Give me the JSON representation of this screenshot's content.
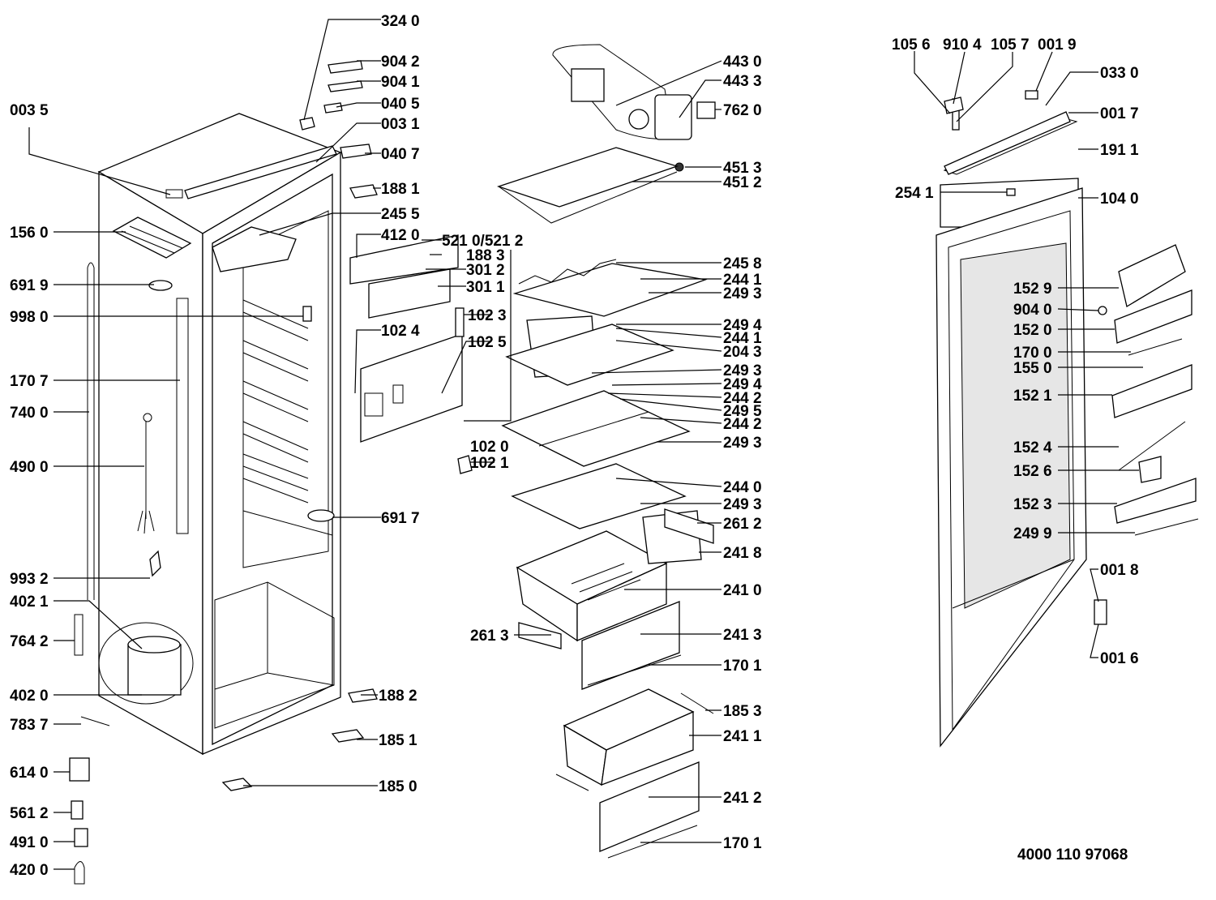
{
  "diagram": {
    "document_number": "4000 110 97068",
    "labels": {
      "l_324_0": "324 0",
      "l_904_2": "904 2",
      "l_904_1": "904 1",
      "l_040_5": "040 5",
      "l_003_1": "003 1",
      "l_040_7": "040 7",
      "l_188_1": "188 1",
      "l_245_5": "245 5",
      "l_412_0": "412 0",
      "l_521_0": "521 0/521 2",
      "l_188_3": "188 3",
      "l_301_2": "301 2",
      "l_301_1": "301 1",
      "l_102_3": "102 3",
      "l_102_4": "102 4",
      "l_102_5": "102 5",
      "l_102_0": "102 0",
      "l_102_1": "102 1",
      "l_003_5": "003 5",
      "l_156_0": "156 0",
      "l_691_9": "691 9",
      "l_998_0": "998 0",
      "l_170_7": "170 7",
      "l_740_0": "740 0",
      "l_490_0": "490 0",
      "l_691_7": "691 7",
      "l_993_2": "993 2",
      "l_402_1": "402 1",
      "l_764_2": "764 2",
      "l_402_0": "402 0",
      "l_188_2": "188 2",
      "l_783_7": "783 7",
      "l_185_1": "185 1",
      "l_614_0": "614 0",
      "l_185_0": "185 0",
      "l_561_2": "561 2",
      "l_491_0": "491 0",
      "l_420_0": "420 0",
      "l_443_0": "443 0",
      "l_443_3": "443 3",
      "l_762_0": "762 0",
      "l_451_3": "451 3",
      "l_451_2": "451 2",
      "l_245_8": "245 8",
      "l_244_1a": "244 1",
      "l_249_3a": "249 3",
      "l_249_4a": "249 4",
      "l_244_1b": "244 1",
      "l_204_3": "204 3",
      "l_249_3b": "249 3",
      "l_249_4b": "249 4",
      "l_244_2a": "244 2",
      "l_249_5": "249 5",
      "l_244_2b": "244 2",
      "l_249_3c": "249 3",
      "l_244_0": "244 0",
      "l_249_3d": "249 3",
      "l_261_2": "261 2",
      "l_241_8": "241 8",
      "l_241_0": "241 0",
      "l_261_3": "261 3",
      "l_241_3": "241 3",
      "l_170_1a": "170 1",
      "l_185_3": "185 3",
      "l_241_1": "241 1",
      "l_241_2": "241 2",
      "l_170_1b": "170 1",
      "l_105_6": "105 6",
      "l_910_4": "910 4",
      "l_105_7": "105 7",
      "l_001_9": "001 9",
      "l_033_0": "033 0",
      "l_001_7": "001 7",
      "l_191_1": "191 1",
      "l_254_1": "254 1",
      "l_104_0": "104 0",
      "l_152_9": "152 9",
      "l_904_0": "904 0",
      "l_152_0": "152 0",
      "l_170_0": "170 0",
      "l_155_0": "155 0",
      "l_152_1": "152 1",
      "l_152_4": "152 4",
      "l_152_6": "152 6",
      "l_152_3": "152 3",
      "l_249_9": "249 9",
      "l_001_8": "001 8",
      "l_001_6": "001 6"
    }
  }
}
